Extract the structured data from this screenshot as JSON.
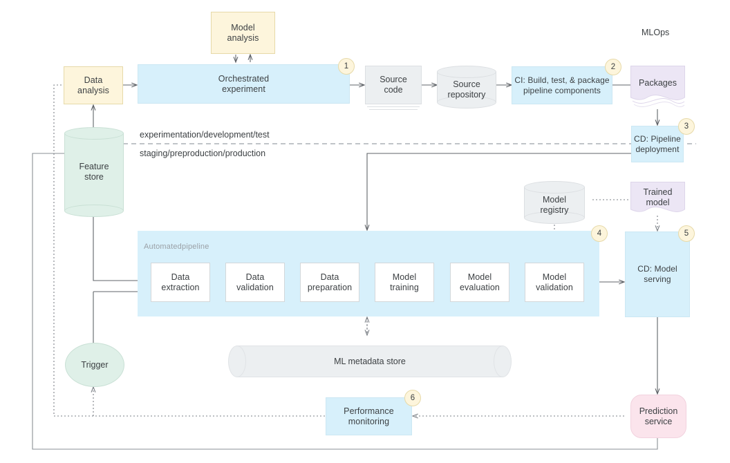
{
  "diagram": {
    "title": "MLOps",
    "zone_labels": {
      "upper": "experimentation/development/test",
      "lower": "staging/preproduction/production"
    },
    "pipeline_label": "Automatedpipeline"
  },
  "nodes": {
    "model_analysis": "Model\nanalysis",
    "data_analysis": "Data\nanalysis",
    "orchestrated_experiment": "Orchestrated\nexperiment",
    "source_code": "Source\ncode",
    "source_repository": "Source\nrepository",
    "ci_build": "CI: Build, test, & package\npipeline components",
    "packages": "Packages",
    "cd_pipeline_deployment": "CD: Pipeline\ndeployment",
    "feature_store": "Feature\nstore",
    "model_registry": "Model\nregistry",
    "trained_model": "Trained\nmodel",
    "cd_model_serving": "CD: Model\nserving",
    "data_extraction": "Data\nextraction",
    "data_validation": "Data\nvalidation",
    "data_preparation": "Data\npreparation",
    "model_training": "Model\ntraining",
    "model_evaluation": "Model\nevaluation",
    "model_validation": "Model\nvalidation",
    "ml_metadata_store": "ML metadata store",
    "trigger": "Trigger",
    "performance_monitoring": "Performance\nmonitoring",
    "prediction_service": "Prediction\nservice"
  },
  "badges": {
    "b1": "1",
    "b2": "2",
    "b3": "3",
    "b4": "4",
    "b5": "5",
    "b6": "6"
  },
  "colors": {
    "blue_fill": "#d7f0fb",
    "cream_fill": "#fdf5dc",
    "mint_fill": "#dff0e8",
    "gray_fill": "#eceff1",
    "purple_fill": "#ece6f5",
    "pink_fill": "#fbe4ec",
    "stroke": "#5f6368",
    "text": "#3c4043"
  }
}
